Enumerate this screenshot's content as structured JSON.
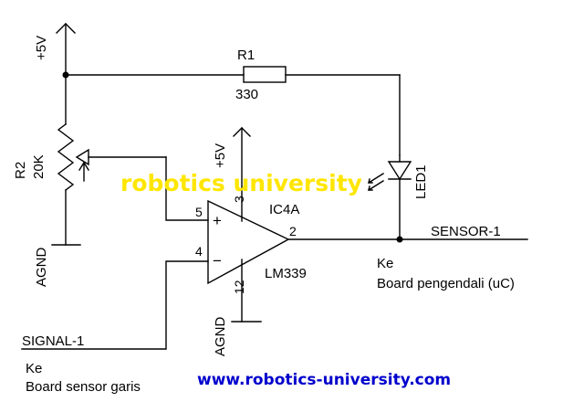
{
  "supply_left": "+5V",
  "supply_ic": "+5V",
  "r1": {
    "ref": "R1",
    "value": "330"
  },
  "r2": {
    "ref": "R2",
    "value": "20K"
  },
  "gnd_left": "AGND",
  "gnd_ic": "AGND",
  "ic": {
    "ref": "IC4A",
    "part": "LM339",
    "plus": "+",
    "minus": "−",
    "pin_plus": "5",
    "pin_minus": "4",
    "pin_out": "2",
    "pin_vcc": "3",
    "pin_gnd": "12"
  },
  "led": {
    "ref": "LED1"
  },
  "sensor": {
    "net": "SENSOR-1",
    "line1": "Ke",
    "line2": "Board pengendali (uC)"
  },
  "signal": {
    "net": "SIGNAL-1",
    "line1": "Ke",
    "line2": "Board sensor garis"
  },
  "watermark": "robotics university",
  "url": "www.robotics-university.com",
  "colors": {
    "wire": "#000000",
    "watermark": "#ffe600",
    "url": "#0000cc",
    "background": "#ffffff"
  }
}
